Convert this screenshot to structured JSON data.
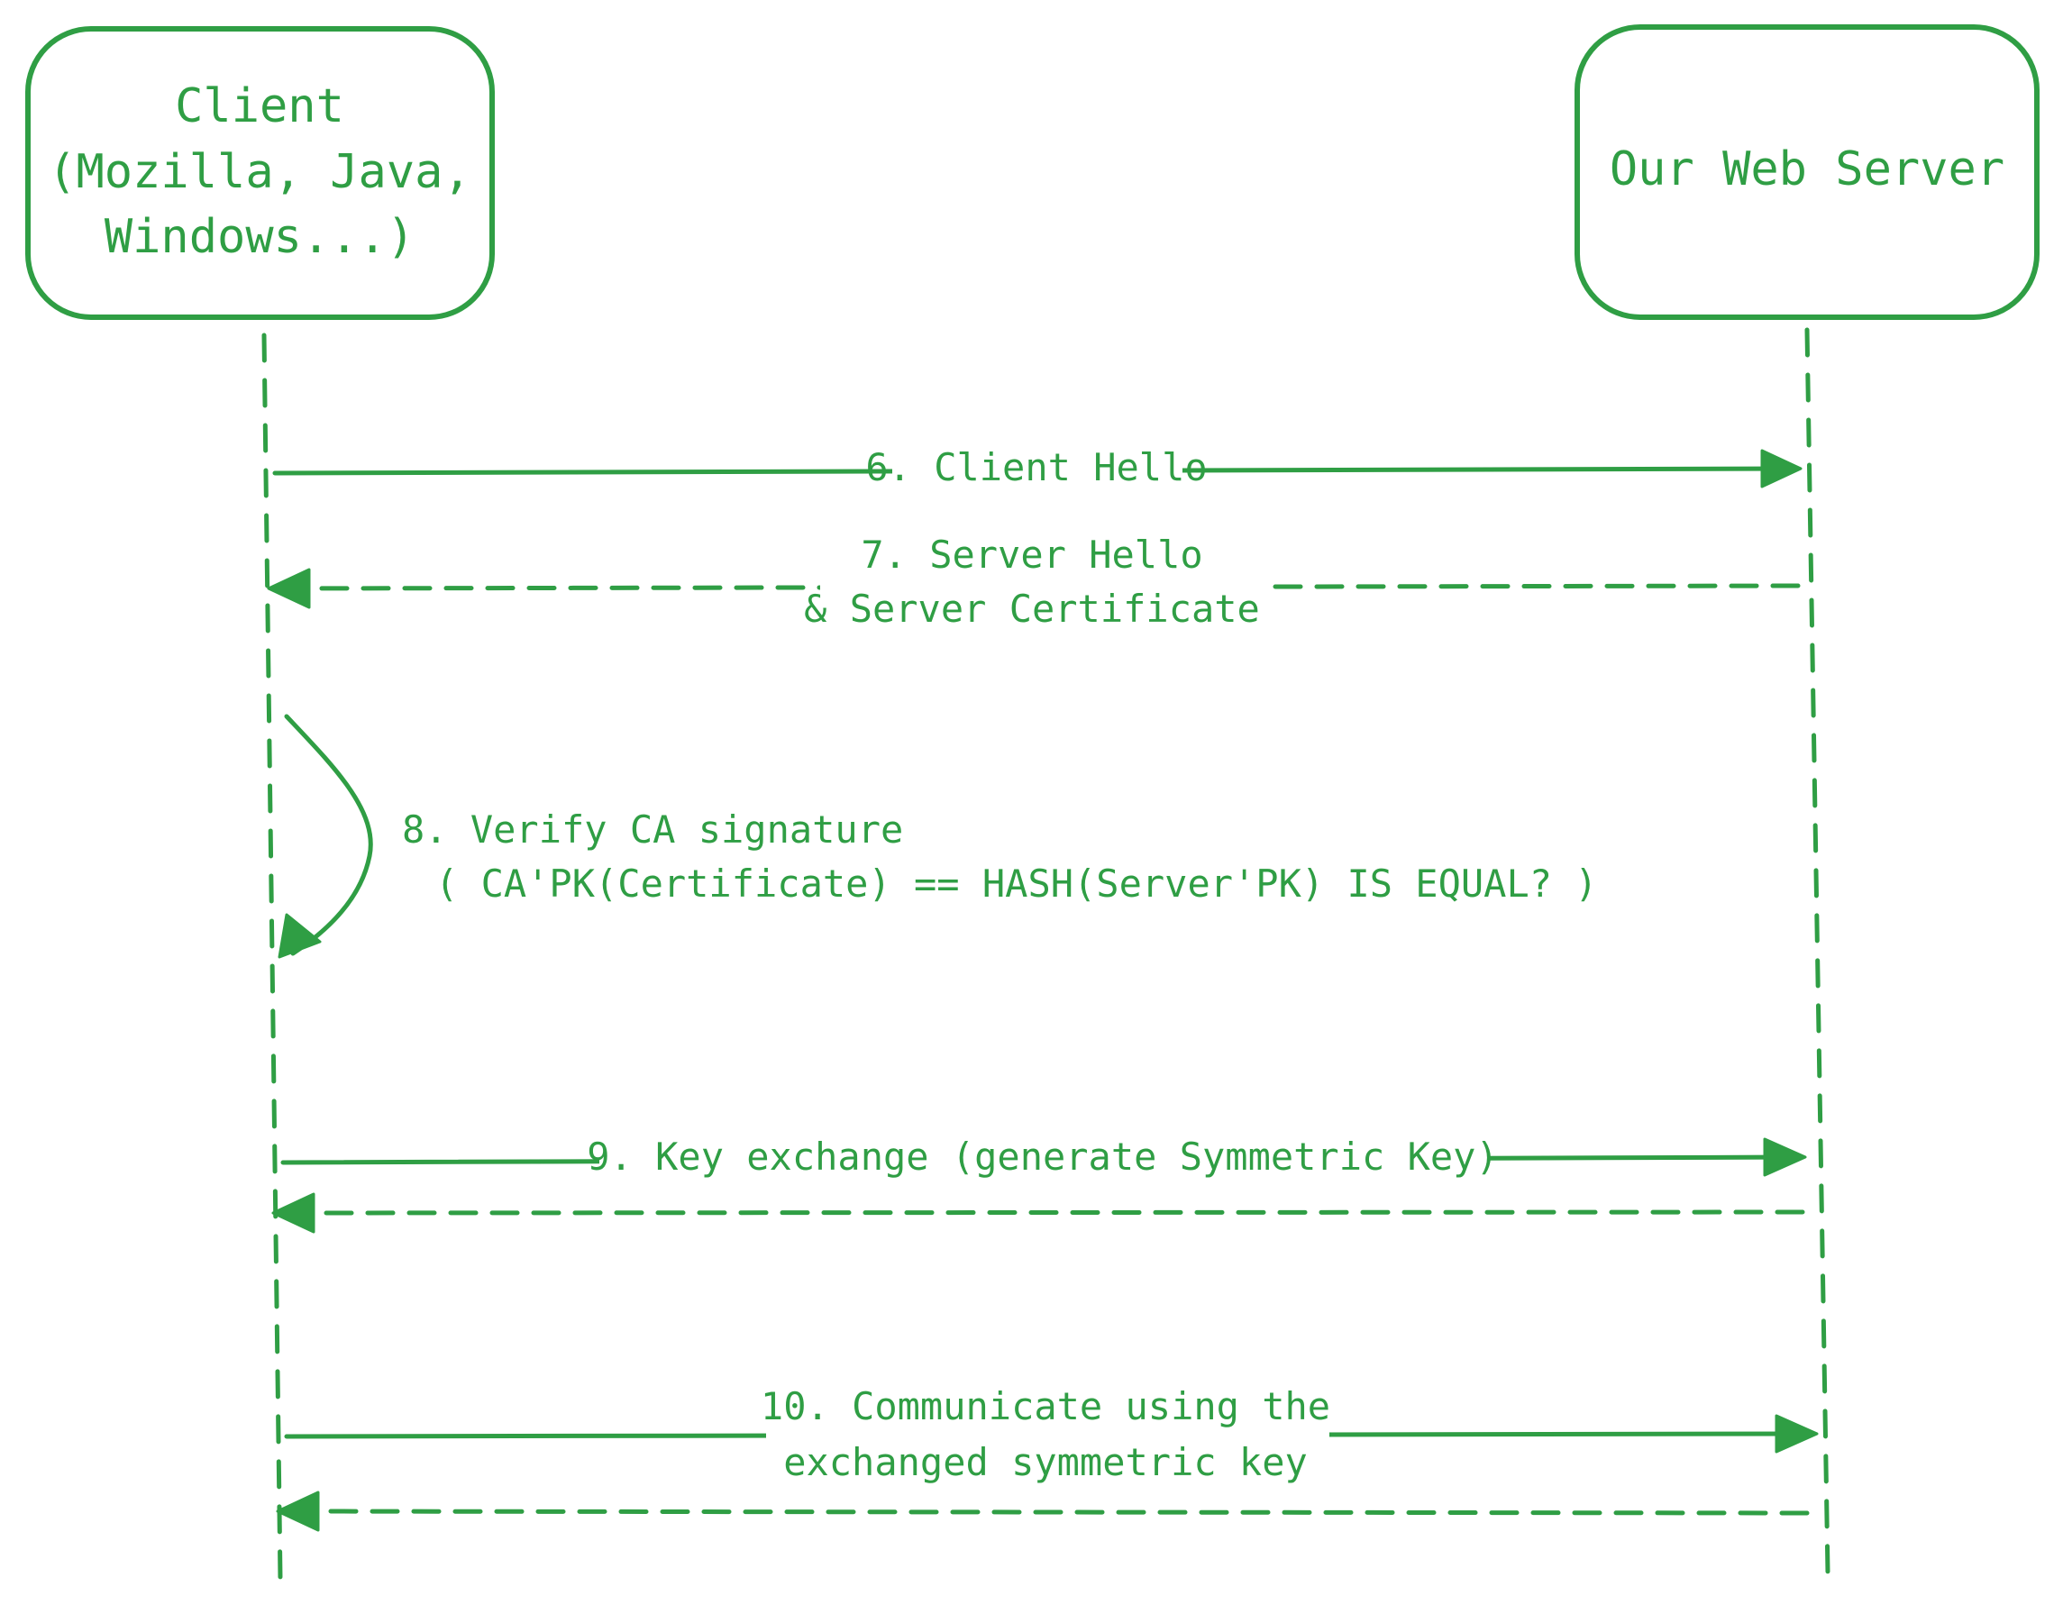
{
  "colors": {
    "stroke": "#2f9e44",
    "background": "#ffffff"
  },
  "actors": {
    "client": {
      "lines": [
        "Client",
        "(Mozilla, Java,",
        "Windows...)"
      ]
    },
    "server": {
      "lines": [
        "Our Web Server"
      ]
    }
  },
  "messages": [
    {
      "id": "m6",
      "from": "client",
      "to": "server",
      "style": "solid",
      "lines": [
        "6. Client Hello"
      ]
    },
    {
      "id": "m7",
      "from": "server",
      "to": "client",
      "style": "dashed",
      "lines": [
        "7. Server Hello",
        "& Server Certificate"
      ]
    },
    {
      "id": "m8",
      "from": "client",
      "to": "client",
      "style": "self",
      "lines": [
        "8. Verify CA signature",
        "( CA'PK(Certificate) == HASH(Server'PK) IS EQUAL? )"
      ]
    },
    {
      "id": "m9",
      "from": "client",
      "to": "server",
      "style": "solid",
      "lines": [
        "9. Key exchange (generate Symmetric Key)"
      ]
    },
    {
      "id": "m9r",
      "from": "server",
      "to": "client",
      "style": "dashed",
      "lines": []
    },
    {
      "id": "m10",
      "from": "client",
      "to": "server",
      "style": "solid",
      "lines": [
        "10. Communicate using the",
        "exchanged symmetric key"
      ]
    },
    {
      "id": "m10r",
      "from": "server",
      "to": "client",
      "style": "dashed",
      "lines": []
    }
  ]
}
